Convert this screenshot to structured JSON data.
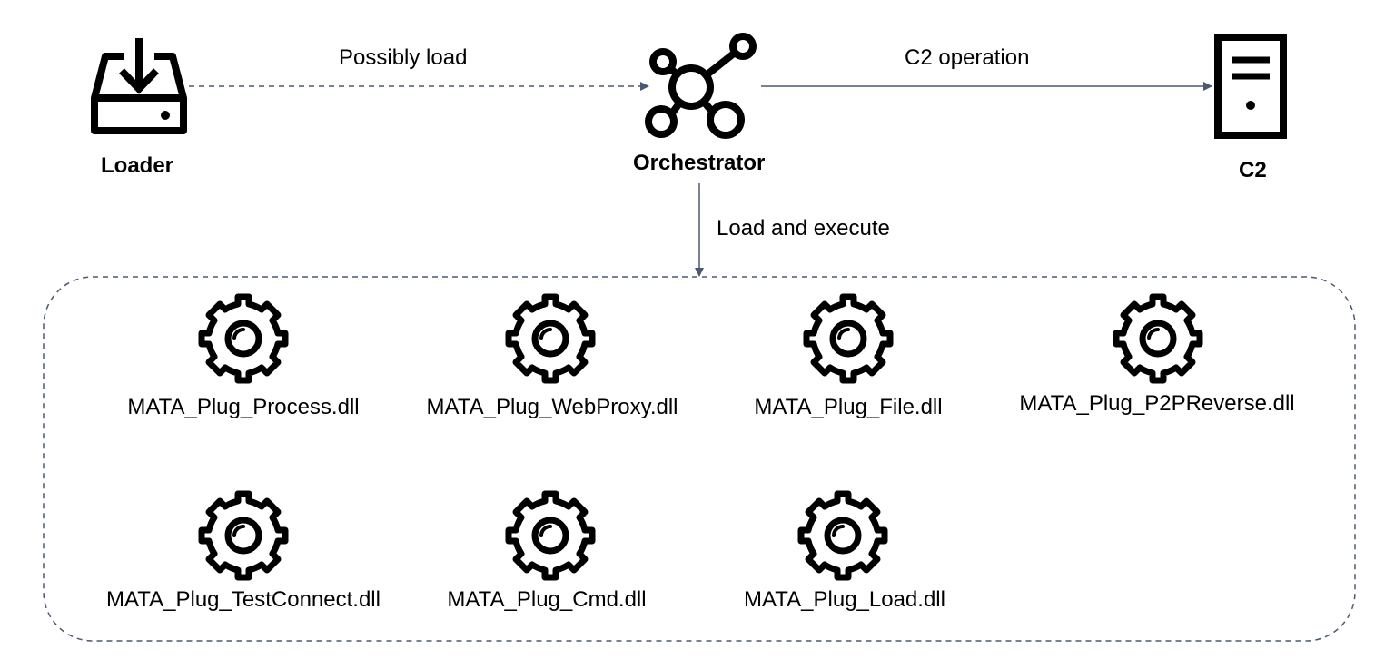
{
  "colors": {
    "edge": "#4a5870",
    "group_border": "#4a5870",
    "icon": "#000000",
    "background": "#ffffff"
  },
  "nodes": {
    "loader": {
      "label": "Loader",
      "icon": "download-tray-icon"
    },
    "orchestrator": {
      "label": "Orchestrator",
      "icon": "network-nodes-icon"
    },
    "c2": {
      "label": "C2",
      "icon": "server-tower-icon"
    }
  },
  "edges": {
    "loader_to_orchestrator": {
      "label": "Possibly load",
      "style": "dashed"
    },
    "orchestrator_to_c2": {
      "label": "C2 operation",
      "style": "solid"
    },
    "orchestrator_to_plugins": {
      "label": "Load and execute",
      "style": "solid"
    }
  },
  "plugins": [
    {
      "label": "MATA_Plug_Process.dll",
      "icon": "gear-icon"
    },
    {
      "label": "MATA_Plug_WebProxy.dll",
      "icon": "gear-icon"
    },
    {
      "label": "MATA_Plug_File.dll",
      "icon": "gear-icon"
    },
    {
      "label": "MATA_Plug_P2PReverse.dll",
      "icon": "gear-icon"
    },
    {
      "label": "MATA_Plug_TestConnect.dll",
      "icon": "gear-icon"
    },
    {
      "label": "MATA_Plug_Cmd.dll",
      "icon": "gear-icon"
    },
    {
      "label": "MATA_Plug_Load.dll",
      "icon": "gear-icon"
    }
  ]
}
